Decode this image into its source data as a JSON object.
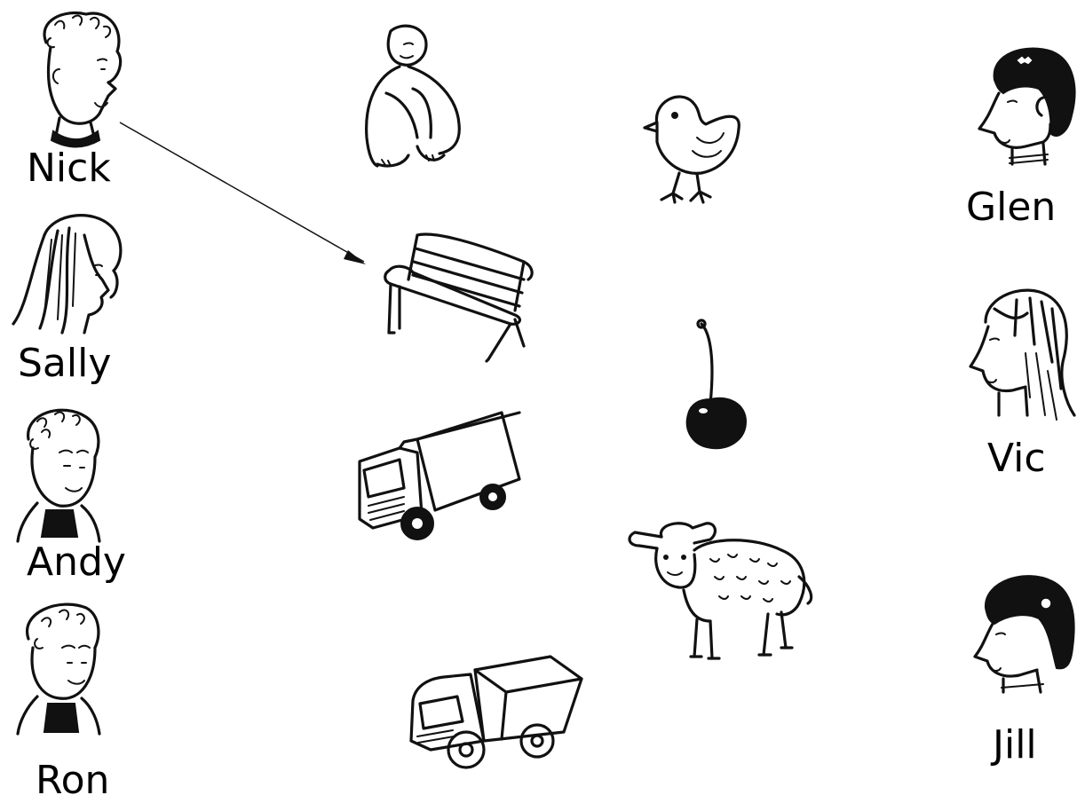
{
  "people_left": [
    {
      "name": "Nick"
    },
    {
      "name": "Sally"
    },
    {
      "name": "Andy"
    },
    {
      "name": "Ron"
    }
  ],
  "people_right": [
    {
      "name": "Glen"
    },
    {
      "name": "Vic"
    },
    {
      "name": "Jill"
    }
  ],
  "pictures": [
    "monkey-icon",
    "chick-icon",
    "bench-icon",
    "cherry-icon",
    "truck-icon",
    "sheep-icon",
    "dump-truck-icon"
  ],
  "example_arrow": {
    "from": "Nick",
    "to": "bench"
  },
  "colors": {
    "ink": "#111111",
    "background": "#ffffff"
  }
}
